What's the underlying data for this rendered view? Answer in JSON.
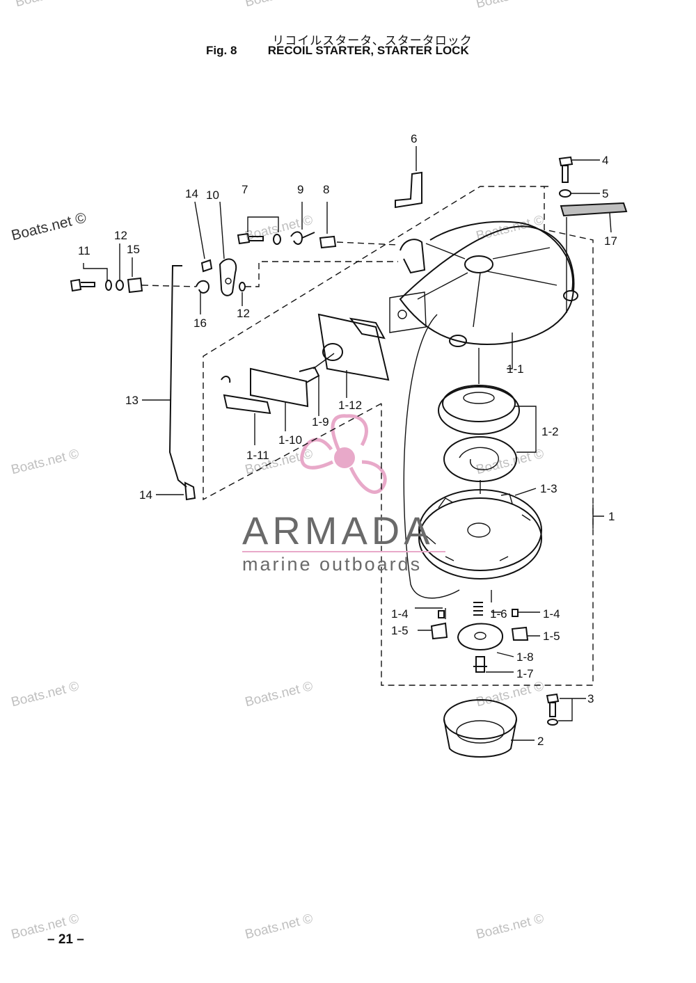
{
  "title_jp": "リコイルスタータ、スタータロック",
  "figure_number": "Fig. 8",
  "figure_title": "RECOIL STARTER, STARTER LOCK",
  "page_number": "– 21 –",
  "watermark": "Boats.net ©",
  "brand": {
    "name": "ARMADA",
    "tagline": "marine outboards",
    "accent_color": "#e8a9c9",
    "text_color": "#6a6a6a"
  },
  "callouts": {
    "c1": "1",
    "c1_1": "1-1",
    "c1_2": "1-2",
    "c1_3": "1-3",
    "c1_4a": "1-4",
    "c1_4b": "1-4",
    "c1_5a": "1-5",
    "c1_5b": "1-5",
    "c1_6": "1-6",
    "c1_7": "1-7",
    "c1_8": "1-8",
    "c1_9": "1-9",
    "c1_10": "1-10",
    "c1_11": "1-11",
    "c1_12": "1-12",
    "c2": "2",
    "c3": "3",
    "c4": "4",
    "c5": "5",
    "c6": "6",
    "c7": "7",
    "c8": "8",
    "c9": "9",
    "c10": "10",
    "c11": "11",
    "c12a": "12",
    "c12b": "12",
    "c13": "13",
    "c14a": "14",
    "c14b": "14",
    "c15": "15",
    "c16": "16",
    "c17": "17"
  }
}
